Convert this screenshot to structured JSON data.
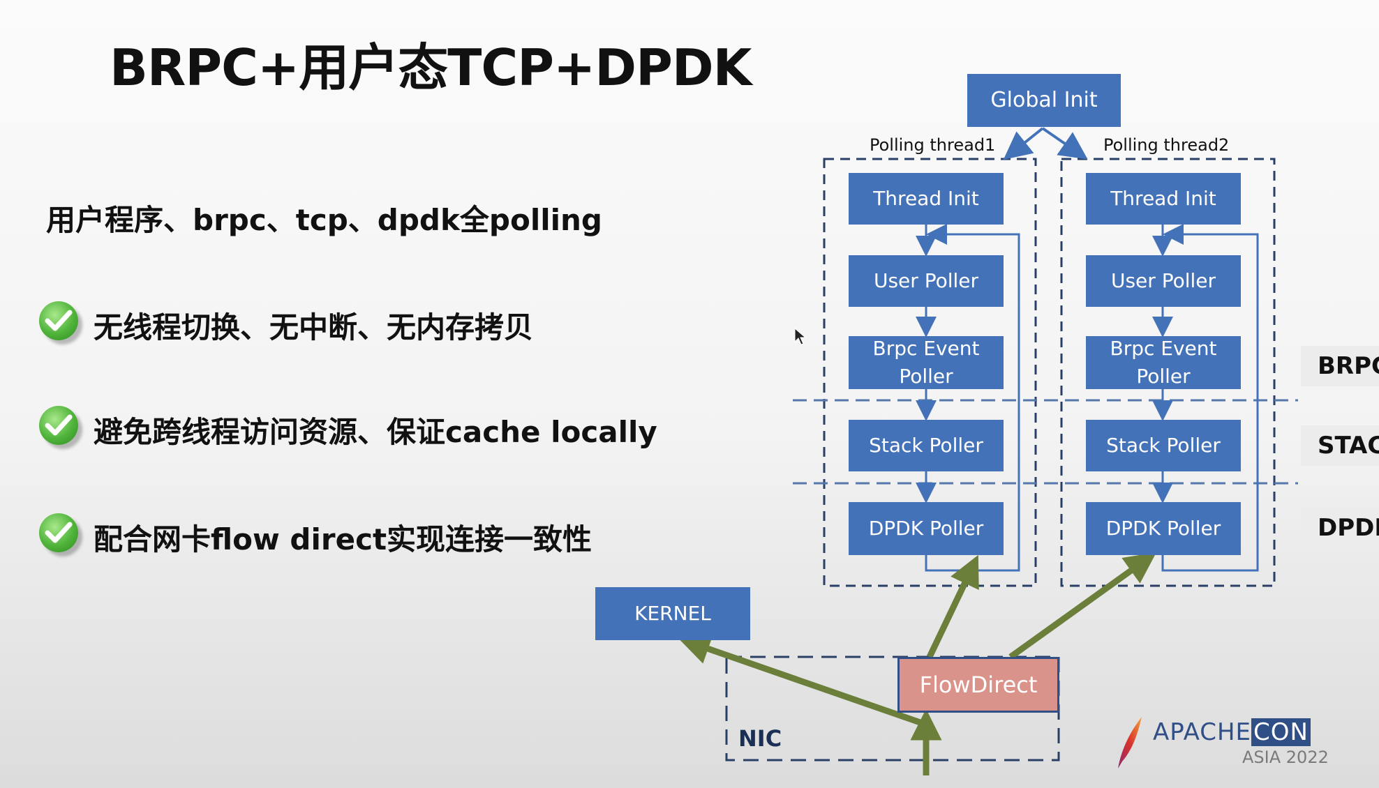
{
  "title": "BRPC+用户态TCP+DPDK",
  "subtitle": "用户程序、brpc、tcp、dpdk全polling",
  "bullets": [
    "无线程切换、无中断、无内存拷贝",
    "避免跨线程访问资源、保证cache locally",
    "配合网卡flow direct实现连接一致性"
  ],
  "diagram": {
    "global_init": "Global Init",
    "threads": [
      {
        "label": "Polling thread1",
        "boxes": [
          "Thread Init",
          "User Poller",
          "Brpc Event Poller",
          "Stack Poller",
          "DPDK Poller"
        ]
      },
      {
        "label": "Polling thread2",
        "boxes": [
          "Thread Init",
          "User Poller",
          "Brpc Event Poller",
          "Stack Poller",
          "DPDK Poller"
        ]
      }
    ],
    "layers": [
      "BRPC",
      "STACK",
      "DPDK"
    ],
    "kernel": "KERNEL",
    "flow_direct": "FlowDirect",
    "nic": "NIC",
    "colors": {
      "box_blue": "#4472b8",
      "flow_direct": "#d9938a",
      "green_arrow": "#6b7f3a"
    }
  },
  "logo": {
    "name_a": "APACHE",
    "name_b": "CON",
    "sub": "ASIA 2022"
  }
}
